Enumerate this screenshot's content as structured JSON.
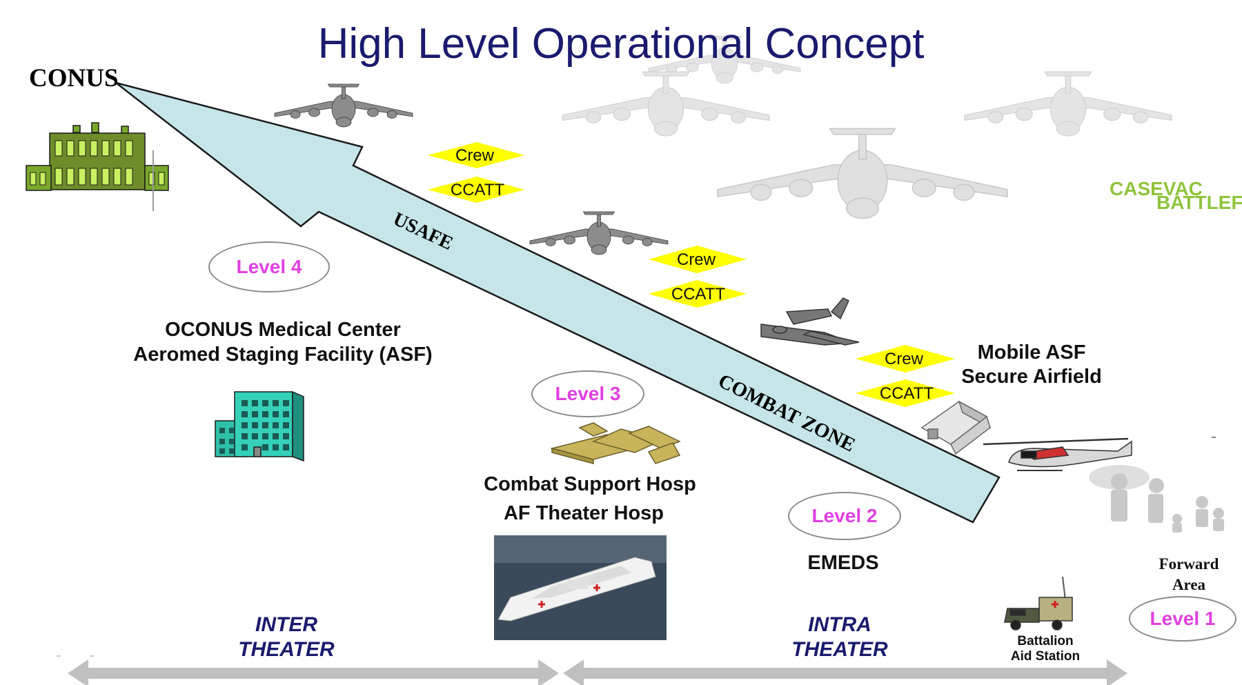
{
  "title": "High Level Operational Concept",
  "conus_label": "CONUS",
  "arrow_labels": {
    "usafe": "USAFE",
    "combat_zone": "COMBAT ZONE"
  },
  "levels": {
    "level4": "Level 4",
    "level3": "Level 3",
    "level2": "Level 2",
    "level1": "Level 1"
  },
  "facilities": {
    "oconus_line1": "OCONUS Medical Center",
    "oconus_line2": "Aeromed Staging Facility (ASF)",
    "combat_line1": "Combat Support Hosp",
    "combat_line2": "AF Theater Hosp",
    "mobile_line1": "Mobile ASF",
    "mobile_line2": "Secure Airfield",
    "emeds": "EMEDS",
    "forward_line1": "Forward",
    "forward_line2": "Area",
    "battalion_line1": "Battalion",
    "battalion_line2": "Aid Station"
  },
  "crew_groups": [
    {
      "crew": "Crew",
      "ccatt": "CCATT"
    },
    {
      "crew": "Crew",
      "ccatt": "CCATT"
    },
    {
      "crew": "Crew",
      "ccatt": "CCATT"
    }
  ],
  "vertical_labels": {
    "casevac": "CASEVAC",
    "battlefield": "BATTLEFIELD"
  },
  "theaters": {
    "inter_line1": "INTER",
    "inter_line2": "THEATER",
    "intra_line1": "INTRA",
    "intra_line2": "THEATER"
  },
  "colors": {
    "title": "#1a1a6e",
    "main_arrow": "#c6e5e8",
    "diamond": "#ffff00",
    "level_text": "#e040e0",
    "vertical_text": "#8fc43c",
    "theater_text": "#1a1a6e",
    "bottom_arrow": "#c0c0c0"
  },
  "icons": {
    "conus_building": "government-building-icon",
    "asf_building": "office-building-icon",
    "theater_hospital": "modular-hospital-icon",
    "hospital_ship": "hospital-ship-icon",
    "airfield_tent": "tent-icon",
    "cargo_plane": "c17-plane-icon",
    "tactical_plane": "c130-plane-icon",
    "helicopter": "helicopter-icon",
    "ambulance": "military-ambulance-icon",
    "soldiers": "soldiers-icon"
  }
}
